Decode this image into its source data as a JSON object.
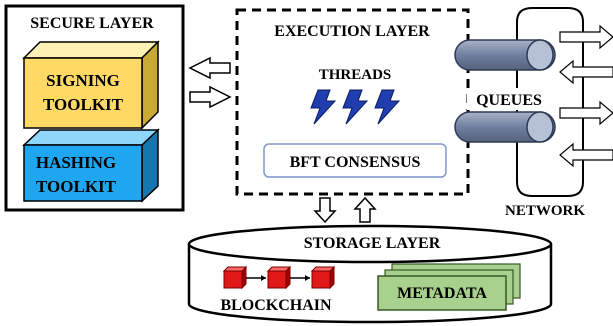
{
  "secure_layer": {
    "title": "SECURE LAYER",
    "signing_line1": "SIGNING",
    "signing_line2": "TOOLKIT",
    "hashing_line1": "HASHING",
    "hashing_line2": "TOOLKIT"
  },
  "execution_layer": {
    "title": "EXECUTION LAYER",
    "threads_label": "THREADS",
    "consensus_label": "BFT CONSENSUS"
  },
  "network": {
    "queues_label": "QUEUES",
    "network_label": "NETWORK"
  },
  "storage_layer": {
    "title": "STORAGE LAYER",
    "blockchain_label": "BLOCKCHAIN",
    "metadata_label": "METADATA"
  },
  "colors": {
    "signing_box": "#ffd966",
    "hashing_box": "#1ea7f0",
    "queue_fill": "#7f8fad",
    "thread_bolt": "#1f3fb0",
    "block_red": "#e01818",
    "metadata_green": "#a9d18e"
  }
}
